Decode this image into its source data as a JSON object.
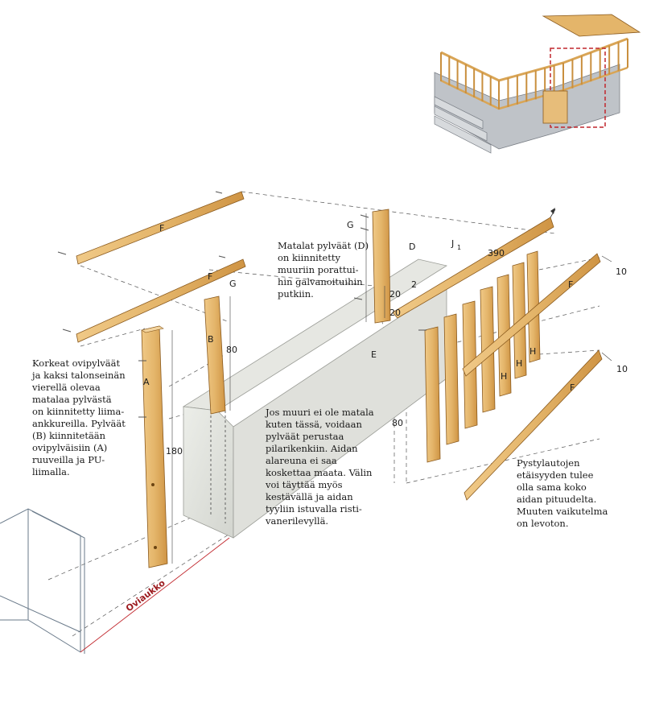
{
  "colors": {
    "wood": "#e4b56a",
    "wood_dark": "#b97c2c",
    "concrete": "#e3e4df",
    "concrete_dark": "#c9cbc5",
    "accent_red": "#c1272d",
    "door_label": "#9c1b1f",
    "ink": "#2a2a2a"
  },
  "notes": {
    "left": "Korkeat ovipylväät\nja kaksi talonseinän\nvierellä olevaa\nmatalaa pylvästä\non kiinnitetty liima-\nankkureilla. Pylväät\n(B) kiinnitetään\novipylväisiin (A)\nruuveilla ja PU-\nliimalla.",
    "top_middle": "Matalat pylväät (D)\non kiinnitetty\nmuuriin porattui-\nhin galvanoituihin\nputkiin.",
    "middle": "Jos muuri ei ole matala\nkuten tässä, voidaan\npylväät perustaa\npilarikenkiin. Aidan\nalareuna ei saa\nkoskettaa maata. Välin\nvoi täyttää myös\nkestävällä ja aidan\ntyyliin istuvalla risti-\nvanerilevyllä.",
    "right": "Pystylautojen\netäisyyden tulee\nolla sama koko\naidan pituudelta.\nMuuten vaikutelma\non levoton."
  },
  "labels": {
    "f_top": "F",
    "f_second": "F",
    "g_left": "G",
    "a": "A",
    "b": "B",
    "dim_80_b": "80",
    "dim_180": "180",
    "g_middle": "G",
    "d": "D",
    "dim_20_a": "20",
    "dim_2": "2",
    "dim_20_b": "20",
    "e": "E",
    "j": "J",
    "j_sub": "1",
    "dim_390": "390",
    "dim_10_top": "10",
    "f_right": "F",
    "h1": "H",
    "h2": "H",
    "h3": "H",
    "dim_10_bottom": "10",
    "f_bottom": "F",
    "dim_80_right": "80",
    "door": "Oviaukko"
  }
}
